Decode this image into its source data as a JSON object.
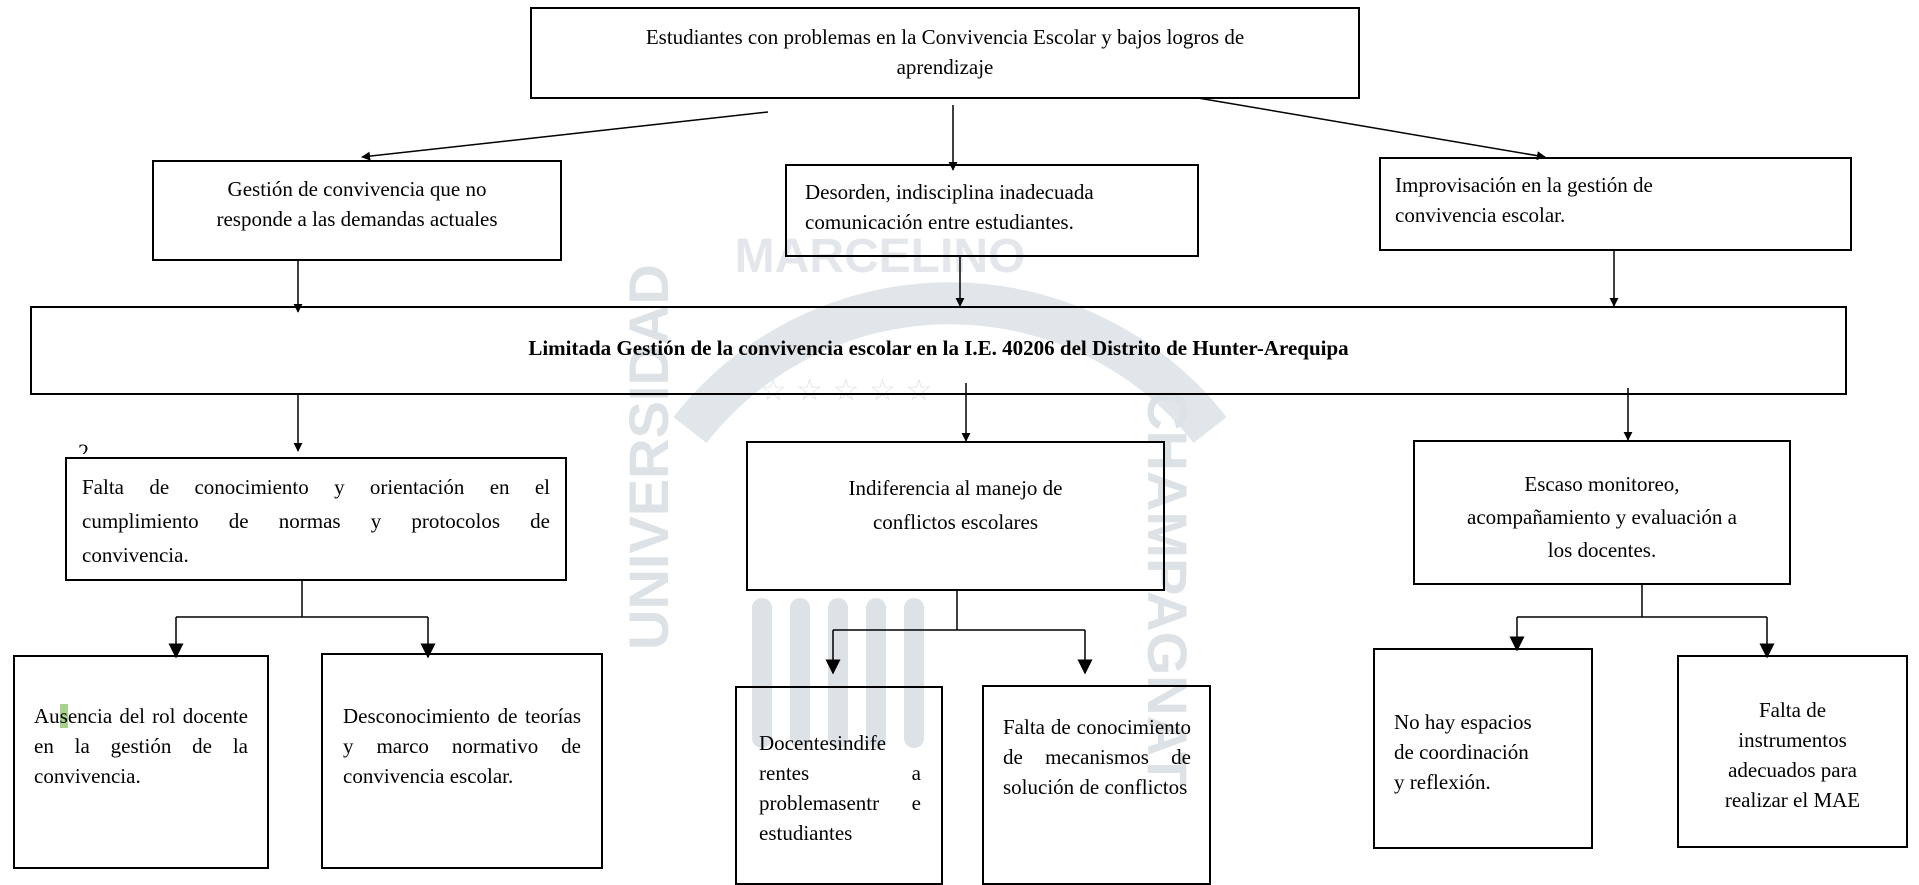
{
  "top": {
    "line1": "Estudiantes con problemas en la Convivencia Escolar y bajos logros de",
    "line2": "aprendizaje"
  },
  "causes": {
    "left": {
      "line1": "Gestión de convivencia que no",
      "line2": "responde a las demandas actuales"
    },
    "center": {
      "line1": "Desorden, indisciplina inadecuada",
      "line2": "comunicación entre estudiantes."
    },
    "right": {
      "line1": "Improvisación en la gestión de",
      "line2": "convivencia escolar."
    }
  },
  "main_problem": "Limitada Gestión de la convivencia escolar en la I.E. 40206 del Distrito de Hunter-Arequipa",
  "stray_mark": "2",
  "effects": {
    "left": {
      "line1": "Falta de conocimiento y orientación en el",
      "line2": "cumplimiento de normas y protocolos de",
      "line3": "convivencia."
    },
    "center": {
      "line1": "Indiferencia al manejo de",
      "line2": "conflictos escolares"
    },
    "right": {
      "line1": "Escaso monitoreo,",
      "line2": "acompañamiento y evaluación a",
      "line3": "los docentes."
    }
  },
  "sub_effects": {
    "l1": {
      "before": "Au",
      "highlighted": "s",
      "after": "encia del rol docente en la gestión de la convivencia."
    },
    "l2": {
      "text": "Desconocimiento de teorías y marco normativo de convivencia escolar."
    },
    "c1": {
      "text": "Docentesindife rentes a problemasentr e estudiantes"
    },
    "c2": {
      "text": "Falta de conocimiento de mecanismos de solución de conflictos"
    },
    "r1": {
      "line1": "No hay espacios",
      "line2": "de coordinación",
      "line3": "y reflexión."
    },
    "r2": {
      "line1": "Falta de",
      "line2": "instrumentos",
      "line3": "adecuados para",
      "line4": "realizar el MAE"
    }
  },
  "watermark": {
    "left_text": "UNIVERSIDAD",
    "right_text": "CHAMPAGNAT",
    "top_text": "MARCELINO",
    "color": "#d5dbe0"
  }
}
